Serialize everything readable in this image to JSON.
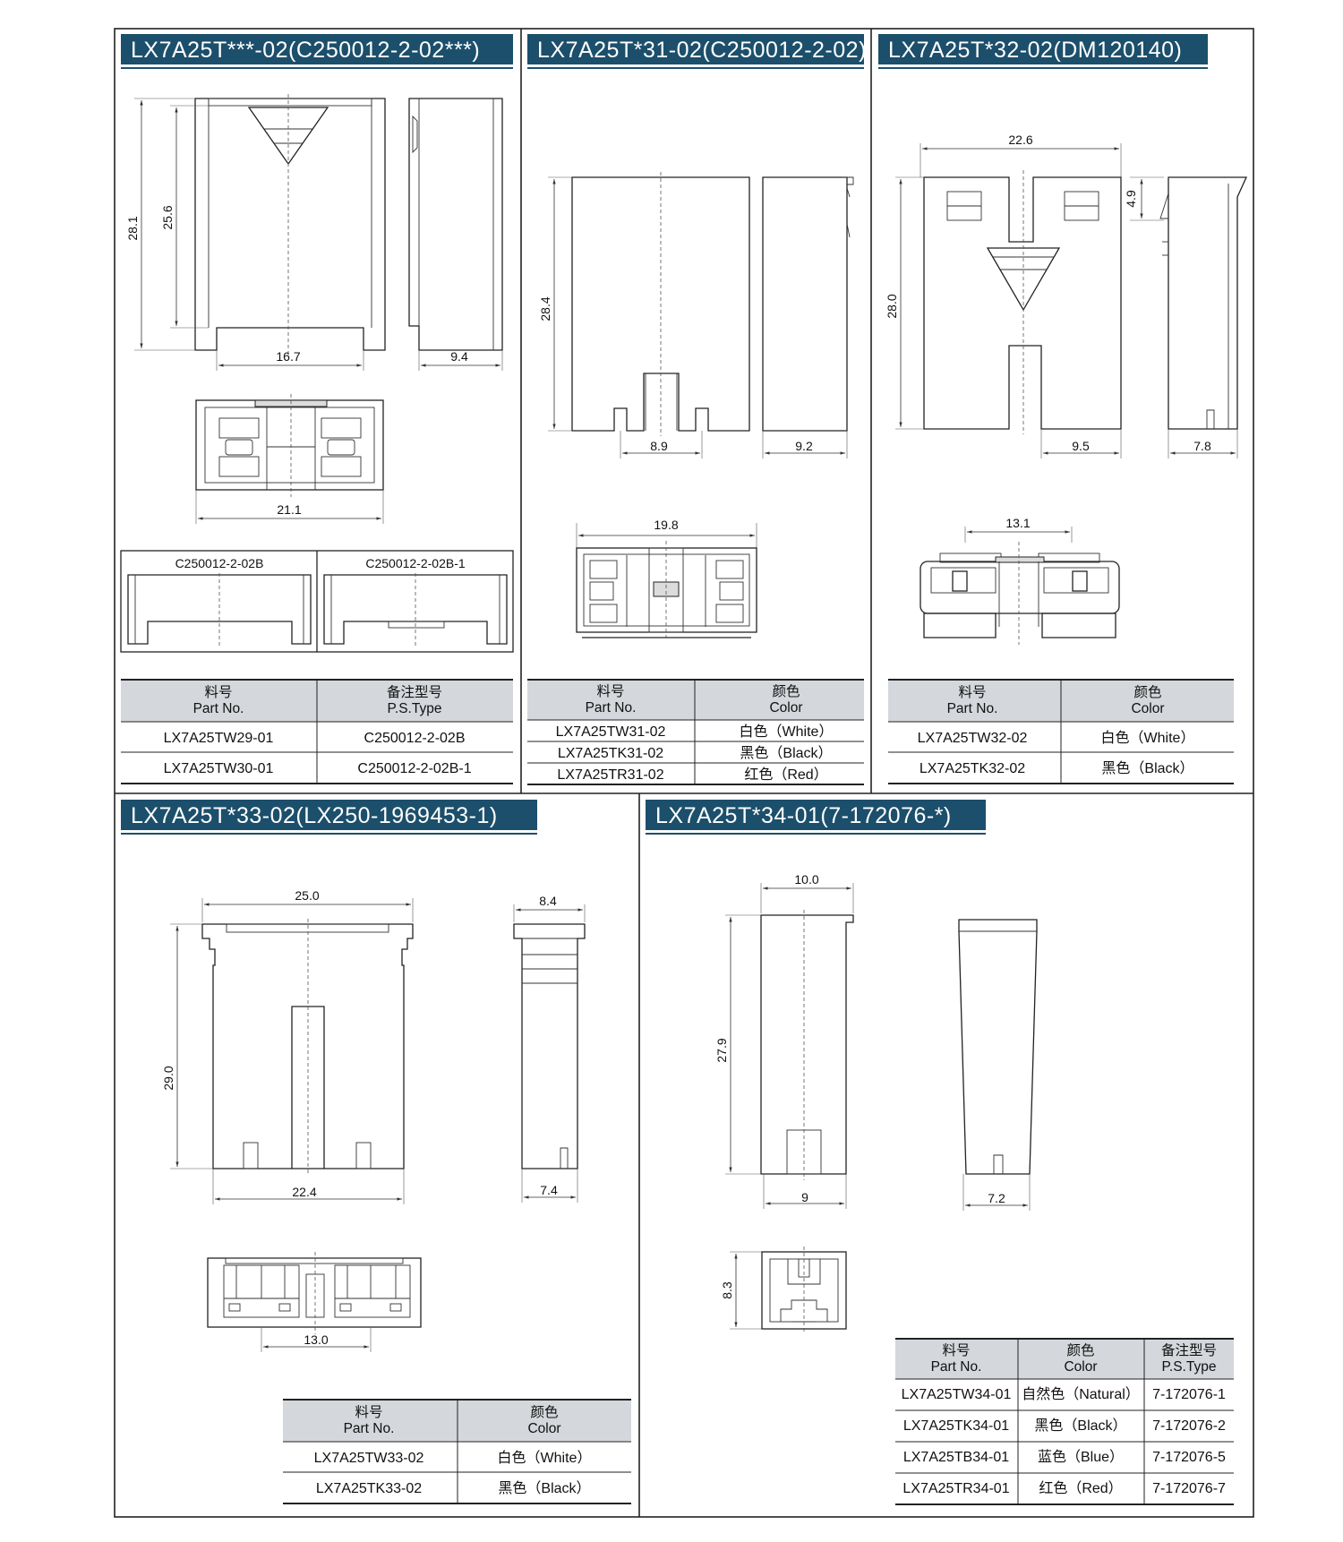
{
  "panels": {
    "p1": {
      "title": "LX7A25T***-02(C250012-2-02***)",
      "dims": {
        "h_total": "28.1",
        "h_inner": "25.6",
        "w_bottom": "16.7",
        "w_side": "9.4",
        "w_top_view": "21.1"
      },
      "variants": [
        "C250012-2-02B",
        "C250012-2-02B-1"
      ],
      "table": {
        "headers": [
          [
            "料号",
            "Part No."
          ],
          [
            "备注型号",
            "P.S.Type"
          ]
        ],
        "rows": [
          [
            "LX7A25TW29-01",
            "C250012-2-02B"
          ],
          [
            "LX7A25TW30-01",
            "C250012-2-02B-1"
          ]
        ]
      }
    },
    "p2": {
      "title": "LX7A25T*31-02(C250012-2-02)",
      "dims": {
        "height": "28.4",
        "w_bottom": "8.9",
        "w_side": "9.2",
        "w_top_view": "19.8"
      },
      "table": {
        "headers": [
          [
            "料号",
            "Part No."
          ],
          [
            "颜色",
            "Color"
          ]
        ],
        "rows": [
          [
            "LX7A25TW31-02",
            "白色（White）"
          ],
          [
            "LX7A25TK31-02",
            "黑色（Black）"
          ],
          [
            "LX7A25TR31-02",
            "红色（Red）"
          ]
        ]
      }
    },
    "p3": {
      "title": "LX7A25T*32-02(DM120140)",
      "dims": {
        "width": "22.6",
        "slot": "4.9",
        "height": "28.0",
        "w_bottom": "9.5",
        "w_side": "7.8",
        "w_top_view": "13.1"
      },
      "table": {
        "headers": [
          [
            "料号",
            "Part No."
          ],
          [
            "颜色",
            "Color"
          ]
        ],
        "rows": [
          [
            "LX7A25TW32-02",
            "白色（White）"
          ],
          [
            "LX7A25TK32-02",
            "黑色（Black）"
          ]
        ]
      }
    },
    "p4": {
      "title": "LX7A25T*33-02(LX250-1969453-1)",
      "dims": {
        "width": "25.0",
        "side_top": "8.4",
        "height": "29.0",
        "w_bottom": "22.4",
        "w_side": "7.4",
        "w_top_view": "13.0"
      },
      "table": {
        "headers": [
          [
            "料号",
            "Part No."
          ],
          [
            "颜色",
            "Color"
          ]
        ],
        "rows": [
          [
            "LX7A25TW33-02",
            "白色（White）"
          ],
          [
            "LX7A25TK33-02",
            "黑色（Black）"
          ]
        ]
      }
    },
    "p5": {
      "title": "LX7A25T*34-01(7-172076-*)",
      "dims": {
        "width": "10.0",
        "height": "27.9",
        "w_bottom": "9",
        "w_side": "7.2",
        "h_top_view": "8.3"
      },
      "table": {
        "headers": [
          [
            "料号",
            "Part No."
          ],
          [
            "颜色",
            "Color"
          ],
          [
            "备注型号",
            "P.S.Type"
          ]
        ],
        "rows": [
          [
            "LX7A25TW34-01",
            "自然色（Natural）",
            "7-172076-1"
          ],
          [
            "LX7A25TK34-01",
            "黑色（Black）",
            "7-172076-2"
          ],
          [
            "LX7A25TB34-01",
            "蓝色（Blue）",
            "7-172076-5"
          ],
          [
            "LX7A25TR34-01",
            "红色（Red）",
            "7-172076-7"
          ]
        ]
      }
    }
  }
}
